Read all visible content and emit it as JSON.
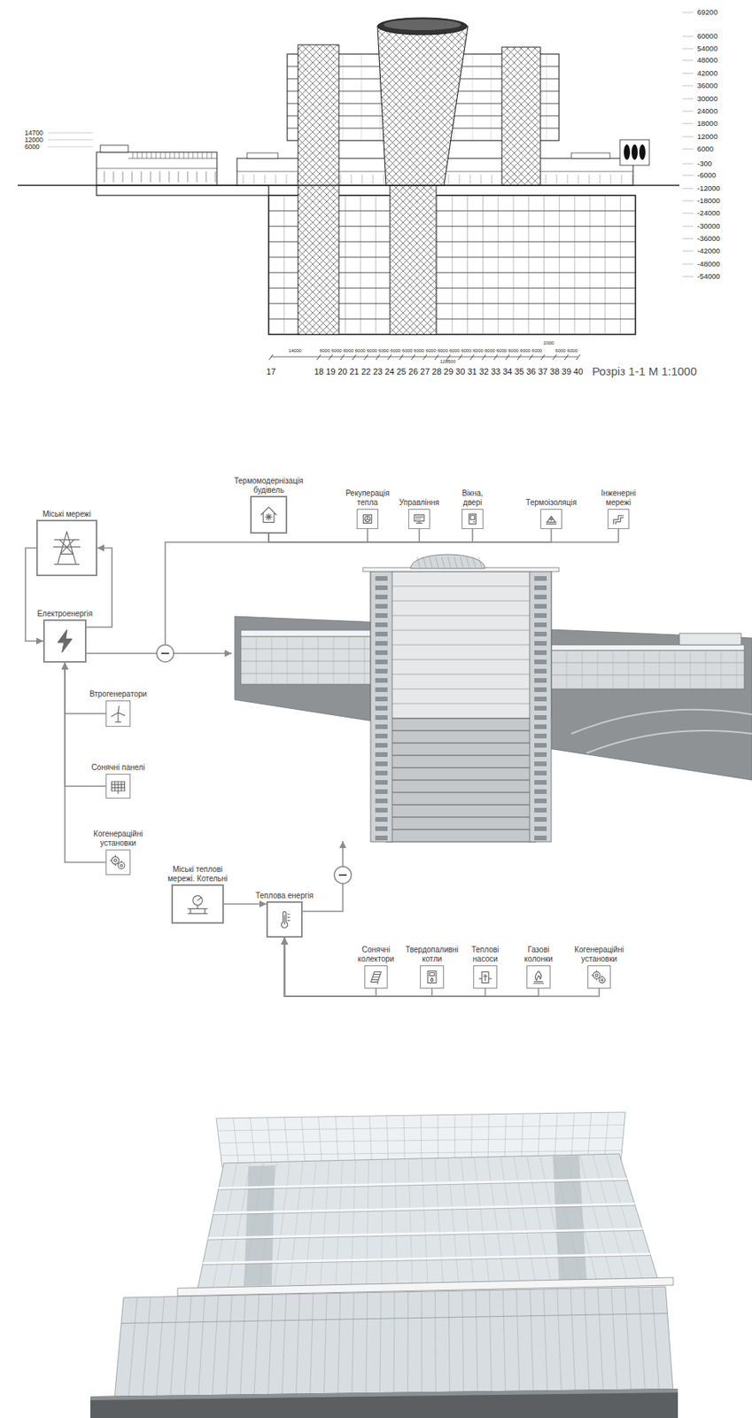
{
  "diagram": {
    "caption": "Розріз 1-1 М 1:1000",
    "nodes": [
      {
        "text": [
          "Міські мережі"
        ]
      },
      {
        "text": [
          "Електроенергія"
        ]
      },
      {
        "text": [
          "Втрогенератори"
        ]
      },
      {
        "text": [
          "Сонячні панелі"
        ]
      },
      {
        "text": [
          "Когенераційні установки"
        ]
      },
      {
        "text": [
          "Термомодернізація будівель"
        ]
      },
      {
        "text": [
          "Рекуперація тепла"
        ]
      },
      {
        "text": [
          "Управління"
        ]
      },
      {
        "text": [
          "Вікна, двері"
        ]
      },
      {
        "text": [
          "Термоізоляція"
        ]
      },
      {
        "text": [
          "Інженерні мережі"
        ]
      },
      {
        "text": [
          "Міські теплові мережі. Котельні"
        ]
      },
      {
        "text": [
          "Теплова енергія"
        ]
      },
      {
        "text": [
          "Сонячні колектори"
        ]
      },
      {
        "text": [
          "Твердопаливні котли"
        ]
      },
      {
        "text": [
          "Теплові насоси"
        ]
      },
      {
        "text": [
          "Газові колонки"
        ]
      },
      {
        "text": [
          "Когенераційні установки"
        ]
      }
    ],
    "edges": [
      {
        "from": 0,
        "to": 1,
        "arrow": "to"
      },
      {
        "from": 1,
        "to": 0,
        "arrow": "to"
      },
      {
        "from": 2,
        "to": 1,
        "arrow": "to"
      },
      {
        "from": 3,
        "to": 1,
        "arrow": "to"
      },
      {
        "from": 4,
        "to": 1,
        "arrow": "to"
      },
      {
        "from": 1,
        "to": 5,
        "arrow": "none"
      },
      {
        "from": 5,
        "to": 6,
        "arrow": "none"
      },
      {
        "from": 5,
        "to": 7,
        "arrow": "none"
      },
      {
        "from": 5,
        "to": 8,
        "arrow": "none"
      },
      {
        "from": 5,
        "to": 9,
        "arrow": "none"
      },
      {
        "from": 5,
        "to": 10,
        "arrow": "none"
      },
      {
        "from": 11,
        "to": 12,
        "arrow": "to"
      },
      {
        "from": 13,
        "to": 12,
        "arrow": "to"
      },
      {
        "from": 14,
        "to": 12,
        "arrow": "to"
      },
      {
        "from": 15,
        "to": 12,
        "arrow": "to"
      },
      {
        "from": 16,
        "to": 12,
        "arrow": "to"
      },
      {
        "from": 17,
        "to": 12,
        "arrow": "to"
      }
    ],
    "labels": [
      "14700",
      "12000",
      "6000",
      "69200",
      "60000",
      "54000",
      "48000",
      "42000",
      "36000",
      "30000",
      "24000",
      "18000",
      "12000",
      "6000",
      "-300",
      "-6000",
      "-12000",
      "-18000",
      "-24000",
      "-30000",
      "-36000",
      "-42000",
      "-48000",
      "-54000",
      "14000",
      "6000",
      "6000",
      "6000",
      "6000",
      "6000",
      "6000",
      "6000",
      "6000",
      "6000",
      "6000",
      "6000",
      "6000",
      "6000",
      "6000",
      "6000",
      "6000",
      "6000",
      "6000",
      "6000",
      "6000",
      "6000",
      "2000",
      "128500",
      "17",
      "18",
      "19",
      "20",
      "21",
      "22",
      "23",
      "24",
      "25",
      "26",
      "27",
      "28",
      "29",
      "30",
      "31",
      "32",
      "33",
      "34",
      "35",
      "36",
      "37",
      "38",
      "39",
      "40"
    ]
  }
}
